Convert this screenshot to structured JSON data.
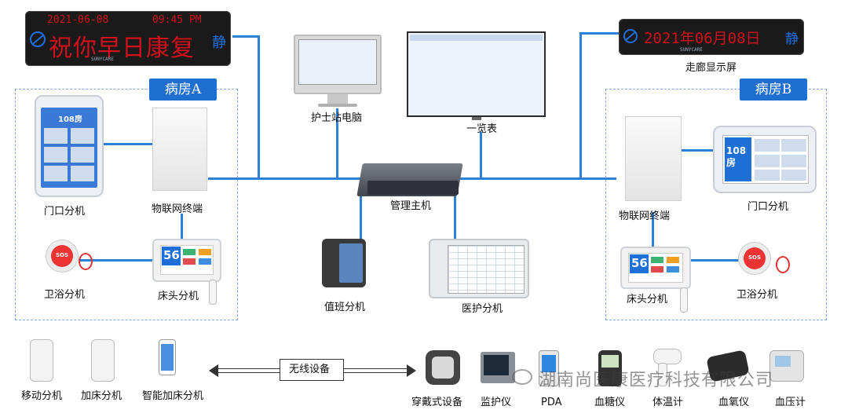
{
  "led_left": {
    "date": "2021-06-08",
    "time": "09:45 PM",
    "message": "祝你早日康复",
    "quiet": "静",
    "brand": "SUNYCARE"
  },
  "led_right": {
    "date": "2021年06月08日",
    "quiet": "静",
    "brand": "SUNYCARE"
  },
  "rooms": {
    "a": "病房A",
    "b": "病房B"
  },
  "labels": {
    "corridor_display": "走廊显示屏",
    "nurse_pc": "护士站电脑",
    "overview": "一览表",
    "host": "管理主机",
    "door_a": "门口分机",
    "iot_a": "物联网终端",
    "bathroom_a": "卫浴分机",
    "bedside_a": "床头分机",
    "duty": "值班分机",
    "medical": "医护分机",
    "iot_b": "物联网终端",
    "door_b": "门口分机",
    "bedside_b": "床头分机",
    "bathroom_b": "卫浴分机",
    "wireless": "无线设备"
  },
  "screens": {
    "room_number": "108房",
    "bed_number": "56",
    "sos": "SOS"
  },
  "bottom_left": [
    "移动分机",
    "加床分机",
    "智能加床分机"
  ],
  "bottom_right": [
    "穿戴式设备",
    "监护仪",
    "PDA",
    "血糖仪",
    "体温计",
    "血氧仪",
    "血压计"
  ],
  "watermark": "湖南尚医康医疗科技有限公司",
  "colors": {
    "wire": "#2e7fd6",
    "led_red": "#d0101a",
    "room_tag": "#1f6fd0"
  }
}
